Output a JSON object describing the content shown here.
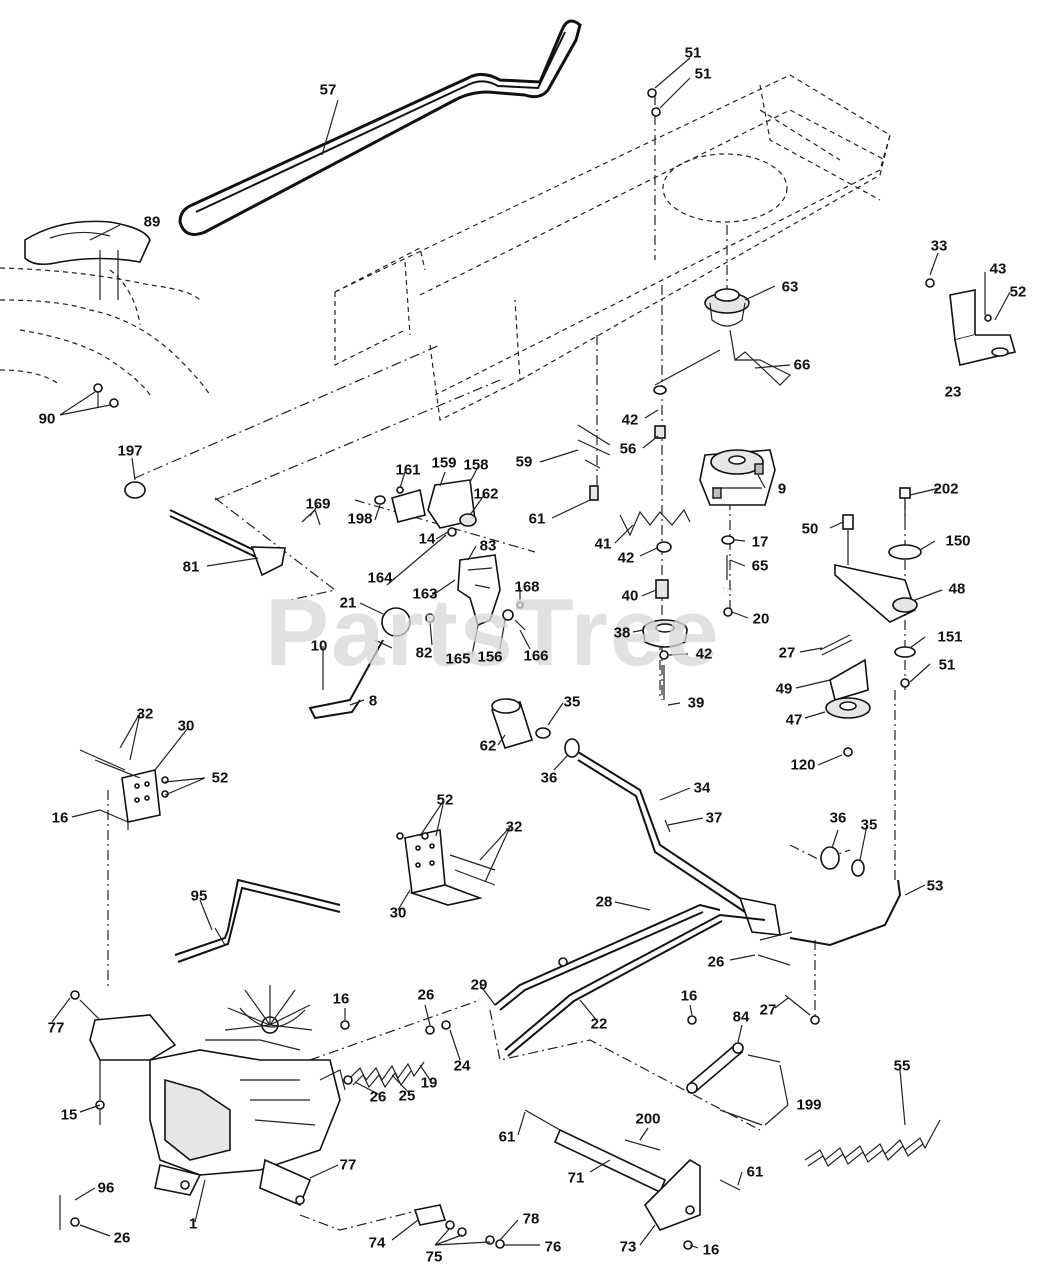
{
  "watermark": {
    "text": "PartsTree",
    "trademark": "™"
  },
  "part_labels": [
    {
      "id": "57",
      "text": "57"
    },
    {
      "id": "51a",
      "text": "51"
    },
    {
      "id": "51b",
      "text": "51"
    },
    {
      "id": "89",
      "text": "89"
    },
    {
      "id": "63",
      "text": "63"
    },
    {
      "id": "33",
      "text": "33"
    },
    {
      "id": "43",
      "text": "43"
    },
    {
      "id": "52a",
      "text": "52"
    },
    {
      "id": "23",
      "text": "23"
    },
    {
      "id": "66",
      "text": "66"
    },
    {
      "id": "90",
      "text": "90"
    },
    {
      "id": "42a",
      "text": "42"
    },
    {
      "id": "56",
      "text": "56"
    },
    {
      "id": "197",
      "text": "197"
    },
    {
      "id": "59",
      "text": "59"
    },
    {
      "id": "161",
      "text": "161"
    },
    {
      "id": "159",
      "text": "159"
    },
    {
      "id": "158",
      "text": "158"
    },
    {
      "id": "9",
      "text": "9"
    },
    {
      "id": "202",
      "text": "202"
    },
    {
      "id": "162",
      "text": "162"
    },
    {
      "id": "169",
      "text": "169"
    },
    {
      "id": "198",
      "text": "198"
    },
    {
      "id": "61a",
      "text": "61"
    },
    {
      "id": "50",
      "text": "50"
    },
    {
      "id": "150",
      "text": "150"
    },
    {
      "id": "41",
      "text": "41"
    },
    {
      "id": "17",
      "text": "17"
    },
    {
      "id": "83",
      "text": "83"
    },
    {
      "id": "14",
      "text": "14"
    },
    {
      "id": "42b",
      "text": "42"
    },
    {
      "id": "164",
      "text": "164"
    },
    {
      "id": "65",
      "text": "65"
    },
    {
      "id": "81",
      "text": "81"
    },
    {
      "id": "48",
      "text": "48"
    },
    {
      "id": "168",
      "text": "168"
    },
    {
      "id": "163",
      "text": "163"
    },
    {
      "id": "40",
      "text": "40"
    },
    {
      "id": "21",
      "text": "21"
    },
    {
      "id": "20",
      "text": "20"
    },
    {
      "id": "38",
      "text": "38"
    },
    {
      "id": "151",
      "text": "151"
    },
    {
      "id": "27a",
      "text": "27"
    },
    {
      "id": "10",
      "text": "10"
    },
    {
      "id": "82",
      "text": "82"
    },
    {
      "id": "165",
      "text": "165"
    },
    {
      "id": "156",
      "text": "156"
    },
    {
      "id": "166",
      "text": "166"
    },
    {
      "id": "42c",
      "text": "42"
    },
    {
      "id": "51c",
      "text": "51"
    },
    {
      "id": "49",
      "text": "49"
    },
    {
      "id": "8",
      "text": "8"
    },
    {
      "id": "35a",
      "text": "35"
    },
    {
      "id": "39",
      "text": "39"
    },
    {
      "id": "47",
      "text": "47"
    },
    {
      "id": "32a",
      "text": "32"
    },
    {
      "id": "30a",
      "text": "30"
    },
    {
      "id": "62",
      "text": "62"
    },
    {
      "id": "52b",
      "text": "52"
    },
    {
      "id": "36a",
      "text": "36"
    },
    {
      "id": "120",
      "text": "120"
    },
    {
      "id": "34",
      "text": "34"
    },
    {
      "id": "16a",
      "text": "16"
    },
    {
      "id": "37",
      "text": "37"
    },
    {
      "id": "52c",
      "text": "52"
    },
    {
      "id": "36b",
      "text": "36"
    },
    {
      "id": "35b",
      "text": "35"
    },
    {
      "id": "32b",
      "text": "32"
    },
    {
      "id": "53",
      "text": "53"
    },
    {
      "id": "95",
      "text": "95"
    },
    {
      "id": "30b",
      "text": "30"
    },
    {
      "id": "28",
      "text": "28"
    },
    {
      "id": "26a",
      "text": "26"
    },
    {
      "id": "27b",
      "text": "27"
    },
    {
      "id": "29",
      "text": "29"
    },
    {
      "id": "26b",
      "text": "26"
    },
    {
      "id": "16b",
      "text": "16"
    },
    {
      "id": "22",
      "text": "22"
    },
    {
      "id": "16c",
      "text": "16"
    },
    {
      "id": "84",
      "text": "84"
    },
    {
      "id": "77a",
      "text": "77"
    },
    {
      "id": "24",
      "text": "24"
    },
    {
      "id": "55",
      "text": "55"
    },
    {
      "id": "19",
      "text": "19"
    },
    {
      "id": "26c",
      "text": "26"
    },
    {
      "id": "25",
      "text": "25"
    },
    {
      "id": "15",
      "text": "15"
    },
    {
      "id": "199",
      "text": "199"
    },
    {
      "id": "61b",
      "text": "61"
    },
    {
      "id": "200",
      "text": "200"
    },
    {
      "id": "77b",
      "text": "77"
    },
    {
      "id": "96",
      "text": "96"
    },
    {
      "id": "71",
      "text": "71"
    },
    {
      "id": "61c",
      "text": "61"
    },
    {
      "id": "1",
      "text": "1"
    },
    {
      "id": "26d",
      "text": "26"
    },
    {
      "id": "78",
      "text": "78"
    },
    {
      "id": "74",
      "text": "74"
    },
    {
      "id": "73",
      "text": "73"
    },
    {
      "id": "16d",
      "text": "16"
    },
    {
      "id": "75",
      "text": "75"
    },
    {
      "id": "76",
      "text": "76"
    }
  ]
}
